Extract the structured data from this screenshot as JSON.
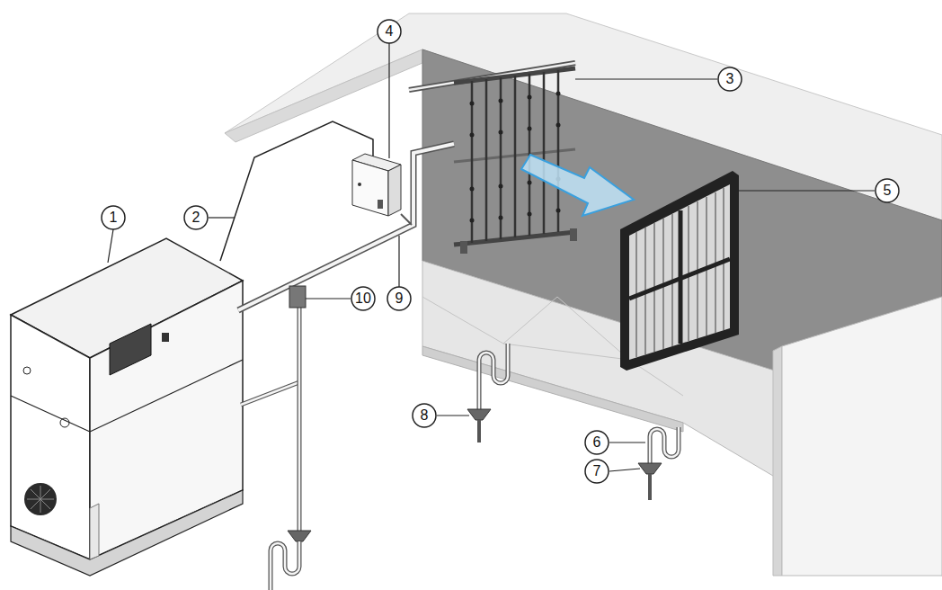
{
  "diagram": {
    "labels": [
      "4",
      "3",
      "1",
      "2",
      "5",
      "10",
      "9",
      "8",
      "6",
      "7"
    ]
  }
}
